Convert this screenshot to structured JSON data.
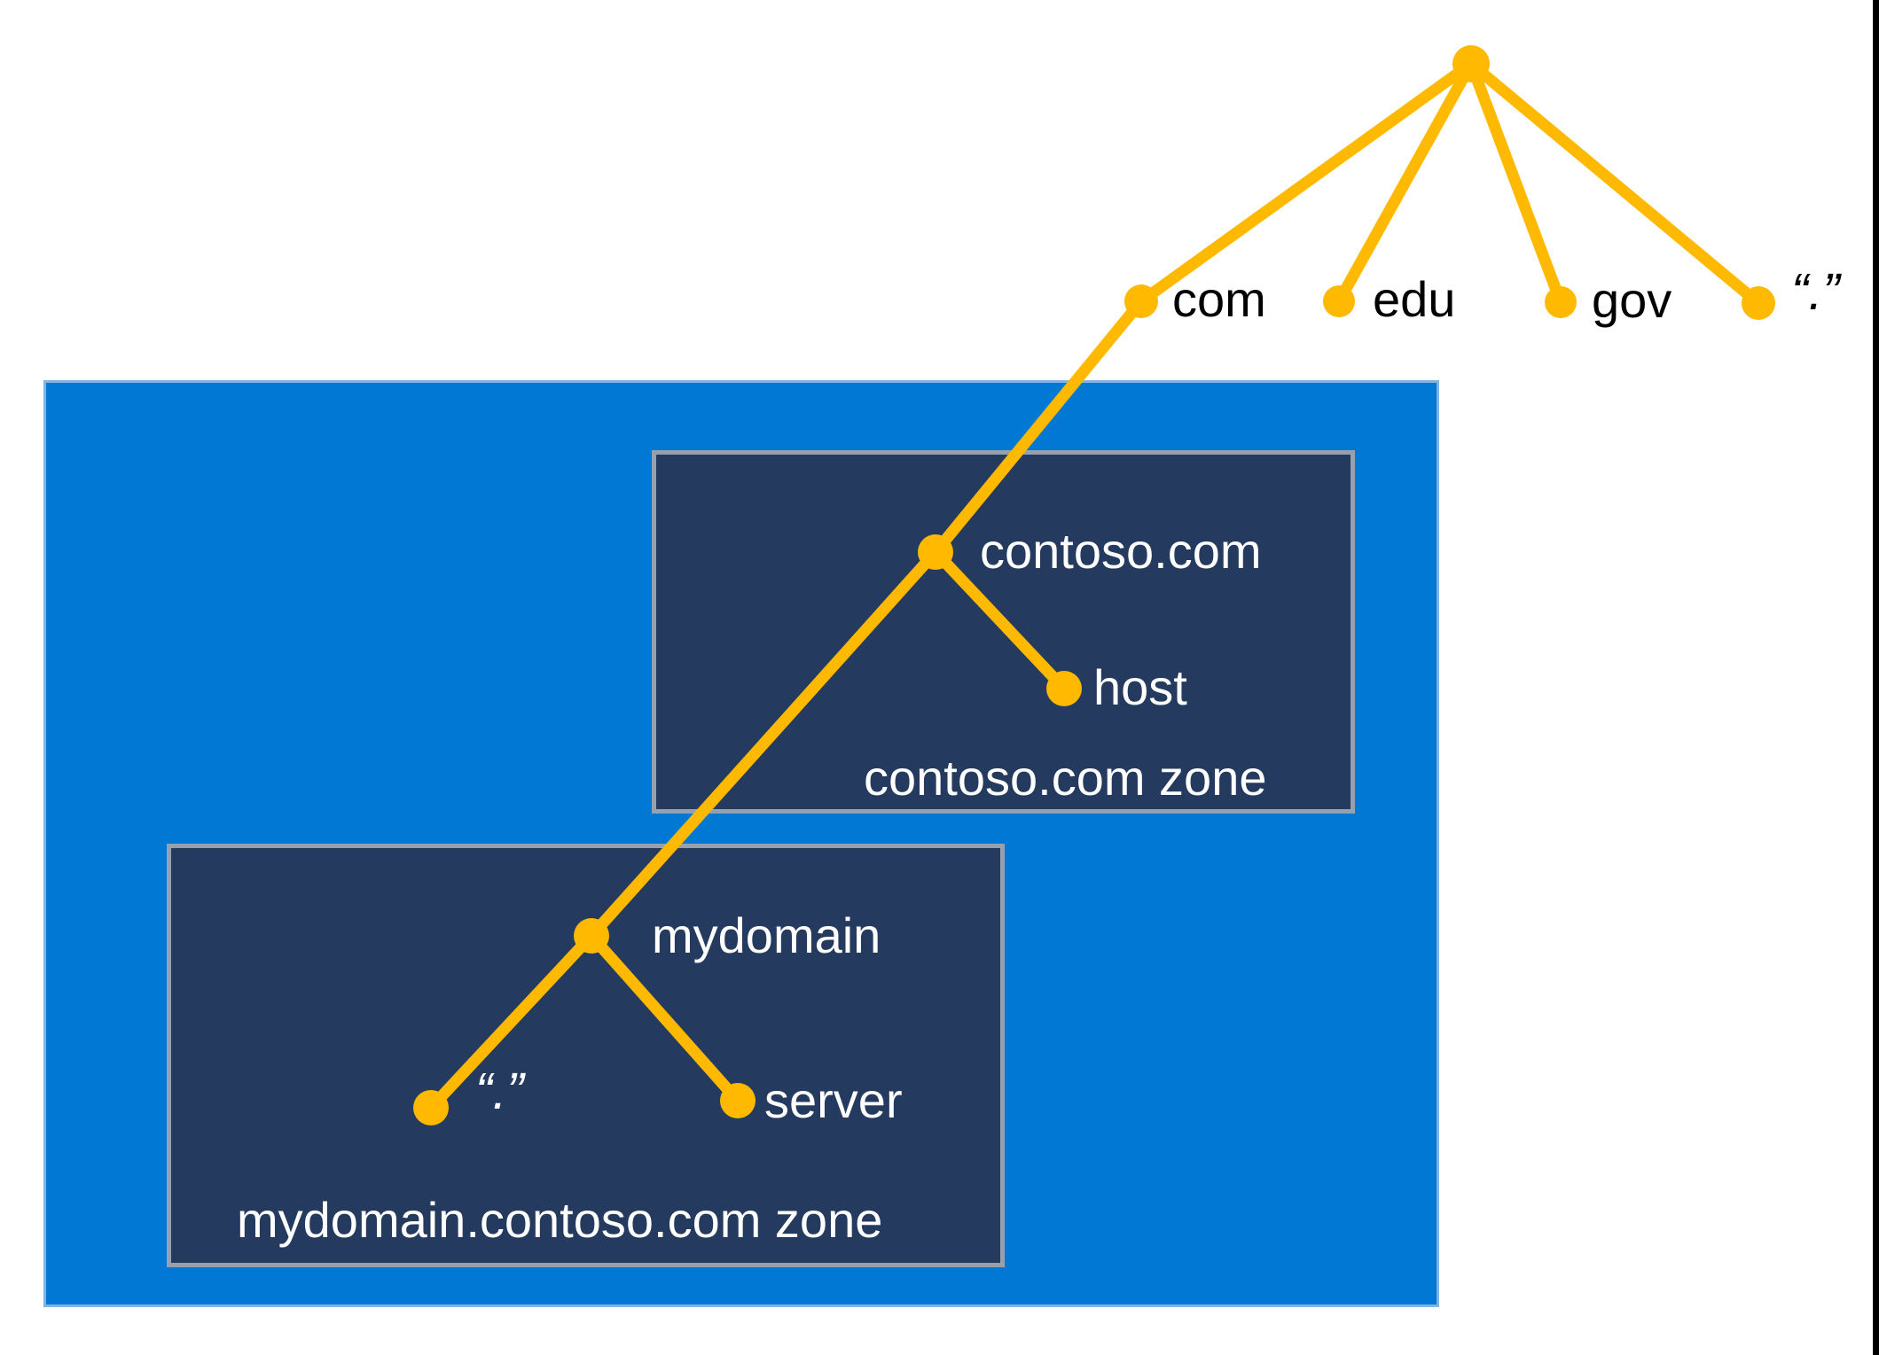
{
  "diagram_type": "dns-namespace-hierarchy",
  "labels": {
    "com": "com",
    "edu": "edu",
    "gov": "gov",
    "root_dot": "“.”",
    "contoso": "contoso.com",
    "host": "host",
    "contoso_zone": "contoso.com zone",
    "mydomain": "mydomain",
    "mydomain_dot": "“.”",
    "server": "server",
    "mydomain_zone": "mydomain.contoso.com zone"
  },
  "tree": {
    "root": {
      "children": [
        "com",
        "edu",
        "gov",
        "“.”"
      ],
      "com_children": [
        "contoso.com"
      ],
      "contoso_children": [
        "host",
        "mydomain"
      ],
      "mydomain_children": [
        "“.”",
        "server"
      ]
    }
  },
  "zones": [
    {
      "name": "contoso.com zone",
      "contains": [
        "contoso.com",
        "host"
      ]
    },
    {
      "name": "mydomain.contoso.com zone",
      "contains": [
        "mydomain",
        "“.”",
        "server"
      ]
    }
  ],
  "colors": {
    "accent_amber": "#FFB900",
    "boundary_blue": "#0078D4",
    "boundary_blue_border": "#7FB5E5",
    "zone_navy": "#243A5E",
    "zone_border_gray": "#96A0AE",
    "text_white": "#FFFFFF",
    "text_black": "#000000",
    "edge_line_black": "#000000"
  }
}
